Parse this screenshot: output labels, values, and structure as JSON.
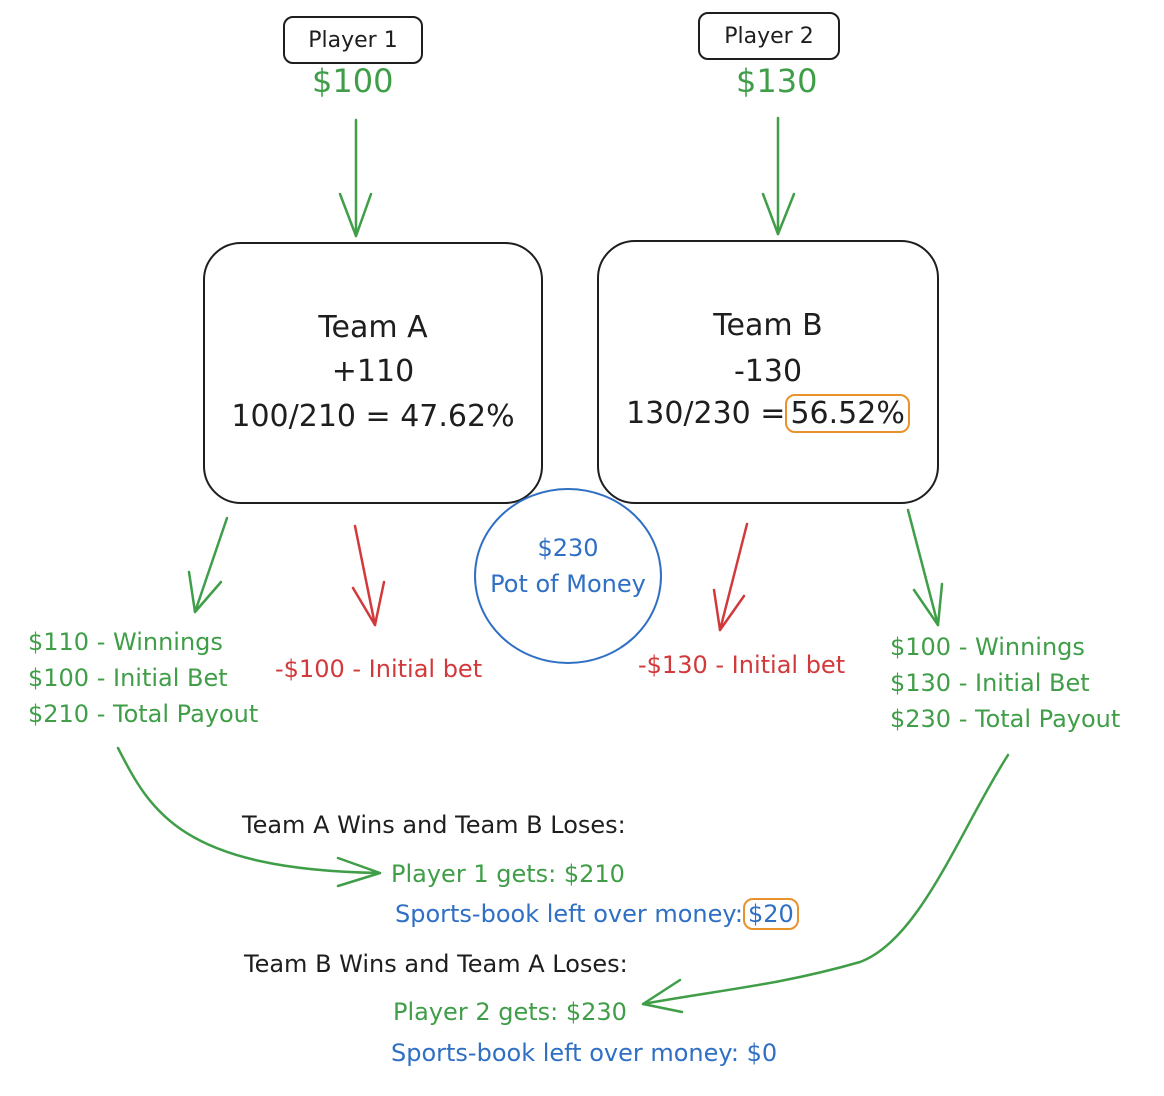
{
  "players": [
    {
      "label": "Player 1",
      "bet": "$100"
    },
    {
      "label": "Player 2",
      "bet": "$130"
    }
  ],
  "teams": [
    {
      "name": "Team A",
      "odds": "+110",
      "prob_expr": "100/210 = 47.62%"
    },
    {
      "name": "Team B",
      "odds": "-130",
      "prob_expr_prefix": "130/230 =",
      "prob_value": "56.52%"
    }
  ],
  "pot": {
    "amount": "$230",
    "label": "Pot of Money"
  },
  "team_a_win_lines": [
    "$110 - Winnings",
    "$100 - Initial Bet",
    "$210 - Total Payout"
  ],
  "team_a_loss_line": "-$100 - Initial bet",
  "team_b_loss_line": "-$130 - Initial bet",
  "team_b_win_lines": [
    "$100 - Winnings",
    "$130 - Initial Bet",
    "$230 - Total Payout"
  ],
  "outcome_a": {
    "heading": "Team A Wins and Team B Loses:",
    "player_gets": "Player 1 gets: $210",
    "leftover_label": "Sports-book left over money:",
    "leftover_value": "$20"
  },
  "outcome_b": {
    "heading": "Team B Wins and Team A Loses:",
    "player_gets": "Player 2 gets: $230",
    "leftover_label": "Sports-book left over money: $0"
  },
  "colors": {
    "green": "#3f9e47",
    "red": "#d2393b",
    "blue": "#2f6fc4",
    "orange_highlight": "#e8922c",
    "ink": "#1e1e1e"
  }
}
